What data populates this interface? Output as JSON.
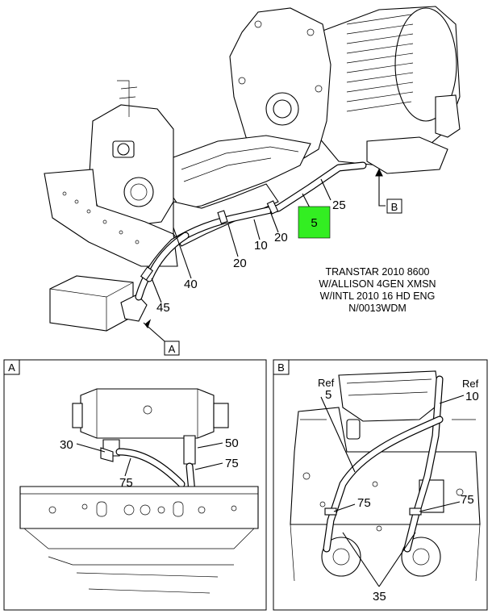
{
  "caption": {
    "line1": "TRANSTAR 2010 8600",
    "line2": "W/ALLISON 4GEN XMSN",
    "line3": "W/INTL 2010 16 HD ENG",
    "line4": "N/0013WDM"
  },
  "highlight": {
    "label": "5",
    "color": "#33ee22"
  },
  "main_callouts": {
    "c25": "25",
    "c20a": "20",
    "c10": "10",
    "c20b": "20",
    "c40": "40",
    "c45": "45",
    "view_a": "A",
    "view_b": "B"
  },
  "detail_a": {
    "tag": "A",
    "c30": "30",
    "c50": "50",
    "c75a": "75",
    "c75b": "75"
  },
  "detail_b": {
    "tag": "B",
    "ref1": "Ref",
    "ref1_num": "5",
    "ref2": "Ref",
    "ref2_num": "10",
    "c75a": "75",
    "c75b": "75",
    "c35": "35"
  }
}
